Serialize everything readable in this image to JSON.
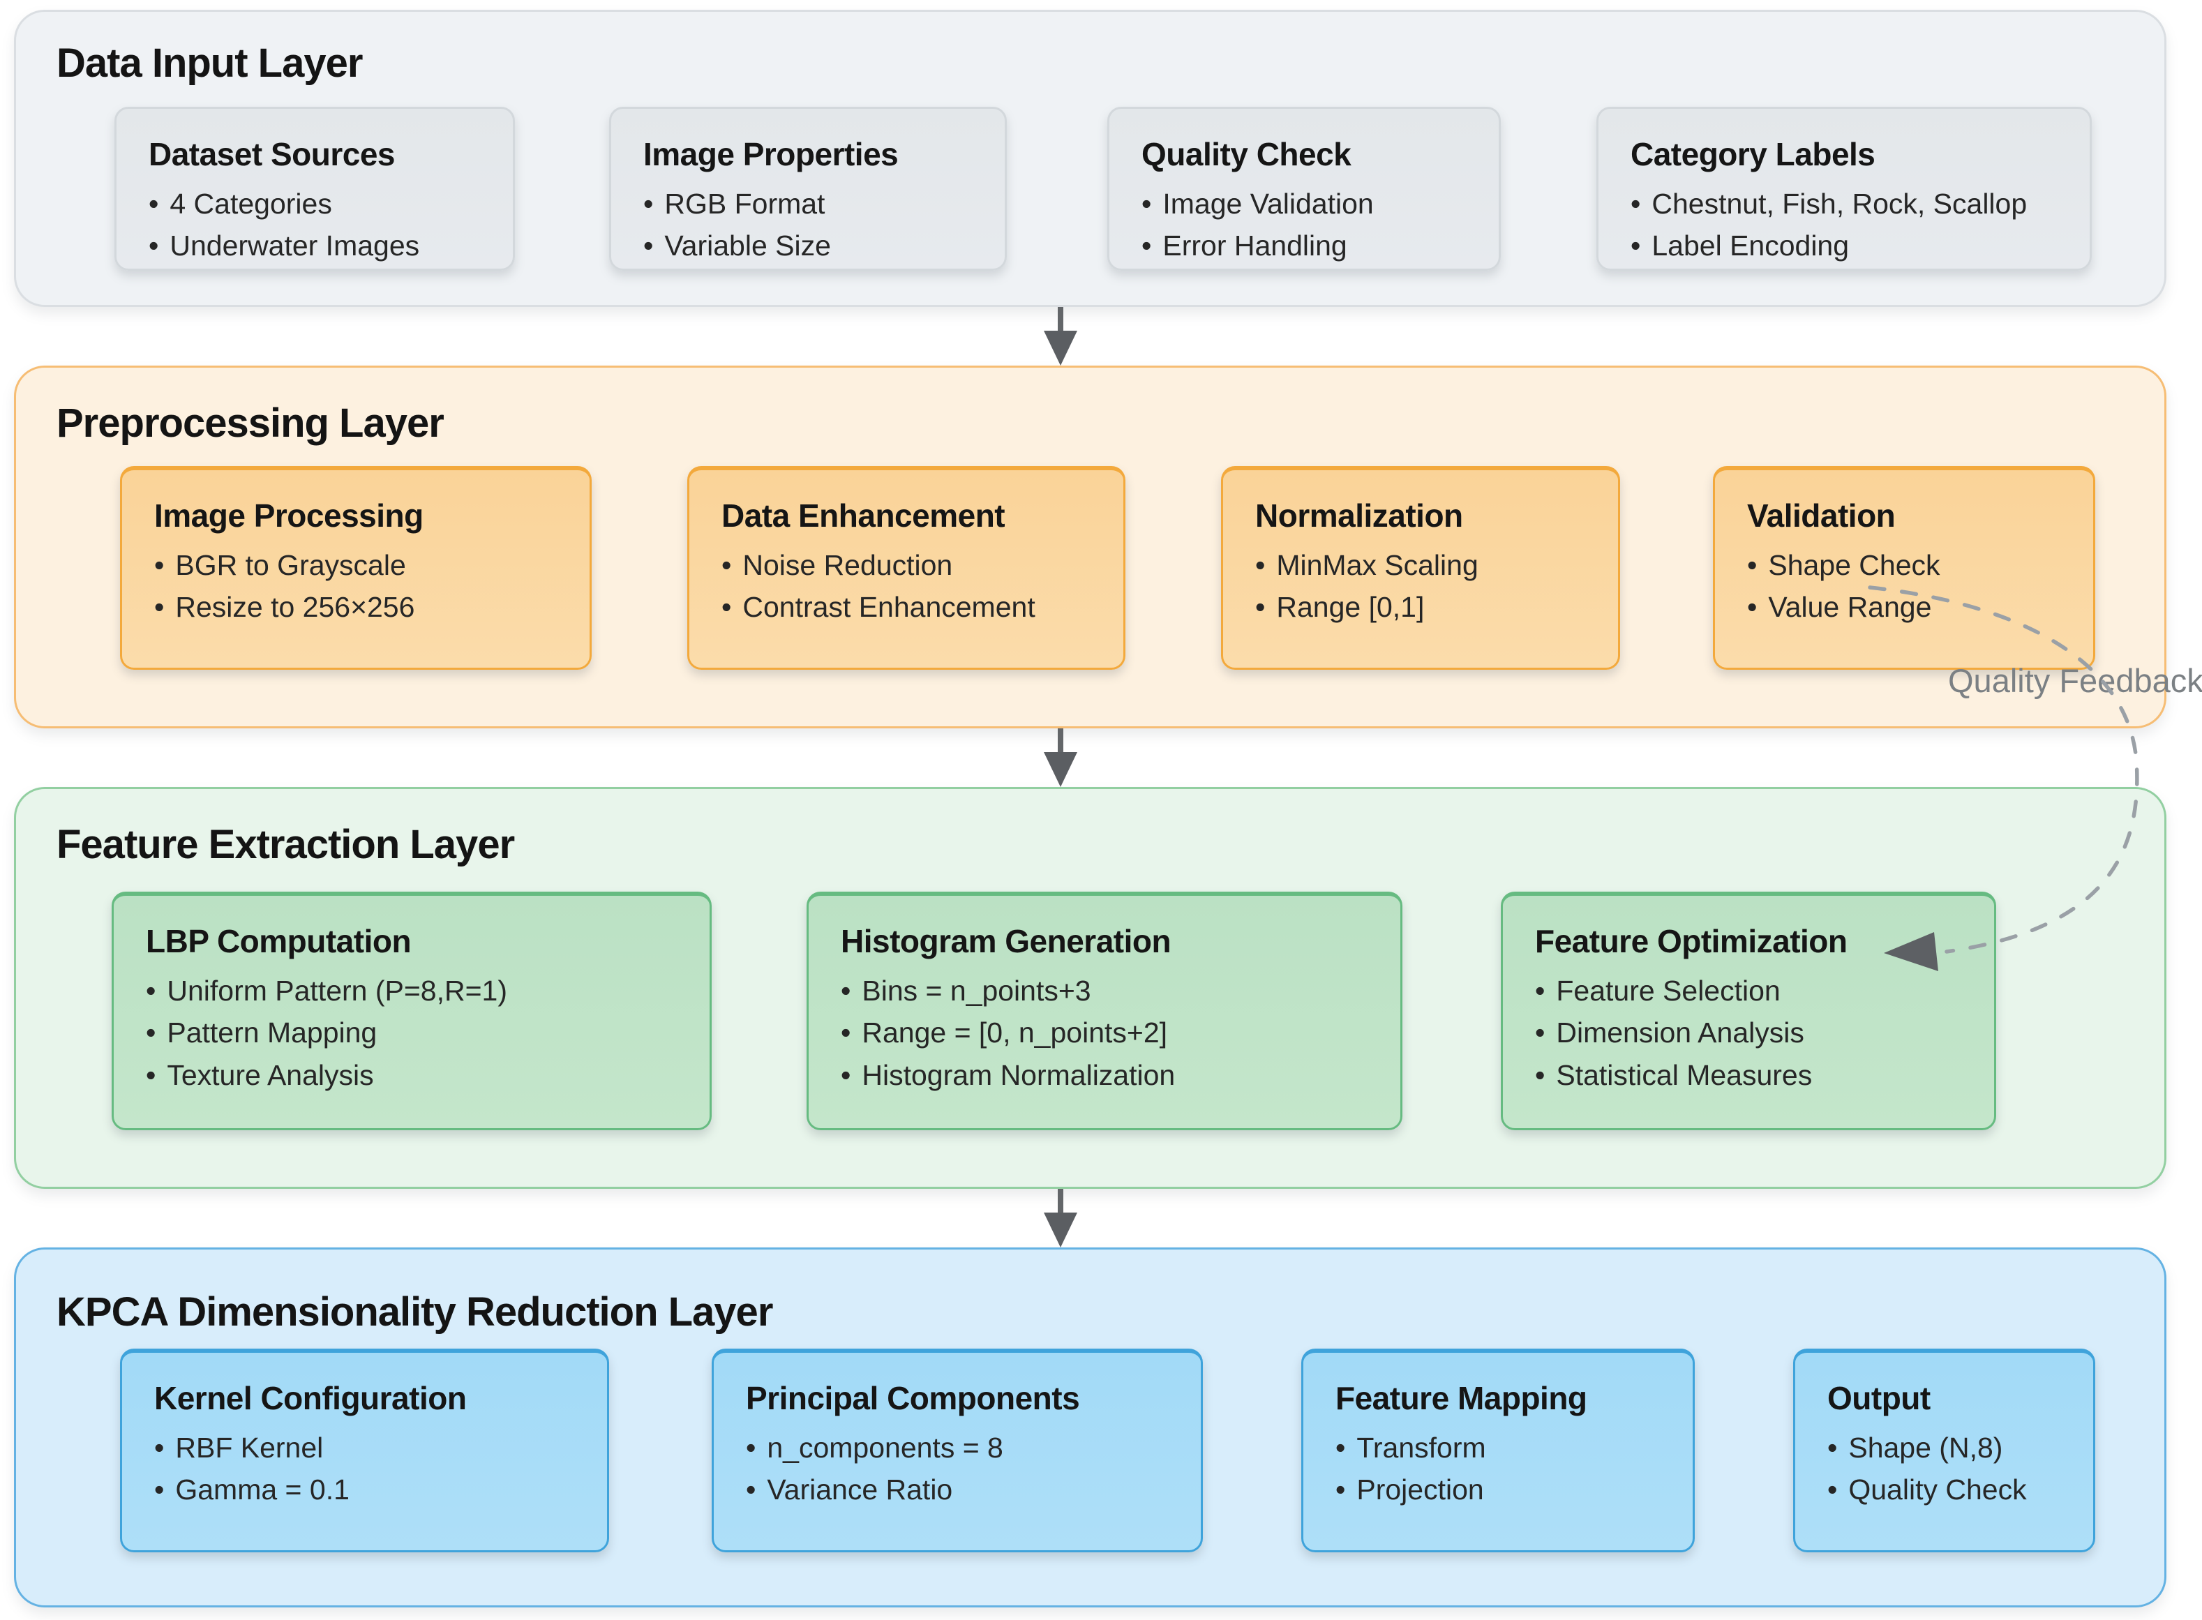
{
  "bullet": "•",
  "feedback": {
    "label": "Quality Feedback",
    "line_color": "#9aa0a6",
    "arrow_color": "#5d6064"
  },
  "flow_arrow_color": "#5b5e62",
  "layers": [
    {
      "title": "Data Input Layer",
      "theme": {
        "band_bg": "#eff2f5",
        "band_border": "#dadee2",
        "box_bg": "#e6e9ec",
        "box_border": "#d3d8dc"
      },
      "boxes": [
        {
          "title": "Dataset Sources",
          "items": [
            "4 Categories",
            "Underwater Images"
          ]
        },
        {
          "title": "Image Properties",
          "items": [
            "RGB Format",
            "Variable Size"
          ]
        },
        {
          "title": "Quality Check",
          "items": [
            "Image Validation",
            "Error Handling"
          ]
        },
        {
          "title": "Category Labels",
          "items": [
            "Chestnut, Fish, Rock, Scallop",
            "Label Encoding"
          ]
        }
      ]
    },
    {
      "title": "Preprocessing Layer",
      "theme": {
        "band_bg": "#fdf1e0",
        "band_border": "#f6bd74",
        "box_bg": "#fbd9a3",
        "box_border": "#f3a93c"
      },
      "boxes": [
        {
          "title": "Image Processing",
          "items": [
            "BGR to Grayscale",
            "Resize to 256×256"
          ]
        },
        {
          "title": "Data Enhancement",
          "items": [
            "Noise Reduction",
            "Contrast Enhancement"
          ]
        },
        {
          "title": "Normalization",
          "items": [
            "MinMax Scaling",
            "Range [0,1]"
          ]
        },
        {
          "title": "Validation",
          "items": [
            "Shape Check",
            "Value Range"
          ]
        }
      ]
    },
    {
      "title": "Feature Extraction Layer",
      "theme": {
        "band_bg": "#e8f5eb",
        "band_border": "#92cfa1",
        "box_bg": "#c0e4c8",
        "box_border": "#66bb81"
      },
      "boxes": [
        {
          "title": "LBP Computation",
          "items": [
            "Uniform Pattern (P=8,R=1)",
            "Pattern Mapping",
            "Texture Analysis"
          ]
        },
        {
          "title": "Histogram Generation",
          "items": [
            "Bins = n_points+3",
            "Range = [0, n_points+2]",
            "Histogram Normalization"
          ]
        },
        {
          "title": "Feature Optimization",
          "items": [
            "Feature Selection",
            "Dimension Analysis",
            "Statistical Measures"
          ]
        }
      ]
    },
    {
      "title": "KPCA Dimensionality Reduction Layer",
      "theme": {
        "band_bg": "#d8edfb",
        "band_border": "#64b2e3",
        "box_bg": "#a8ddf8",
        "box_border": "#3fa3db"
      },
      "boxes": [
        {
          "title": "Kernel Configuration",
          "items": [
            "RBF Kernel",
            "Gamma = 0.1"
          ]
        },
        {
          "title": "Principal Components",
          "items": [
            "n_components = 8",
            "Variance Ratio"
          ]
        },
        {
          "title": "Feature Mapping",
          "items": [
            "Transform",
            "Projection"
          ]
        },
        {
          "title": "Output",
          "items": [
            "Shape (N,8)",
            "Quality Check"
          ]
        }
      ]
    }
  ]
}
